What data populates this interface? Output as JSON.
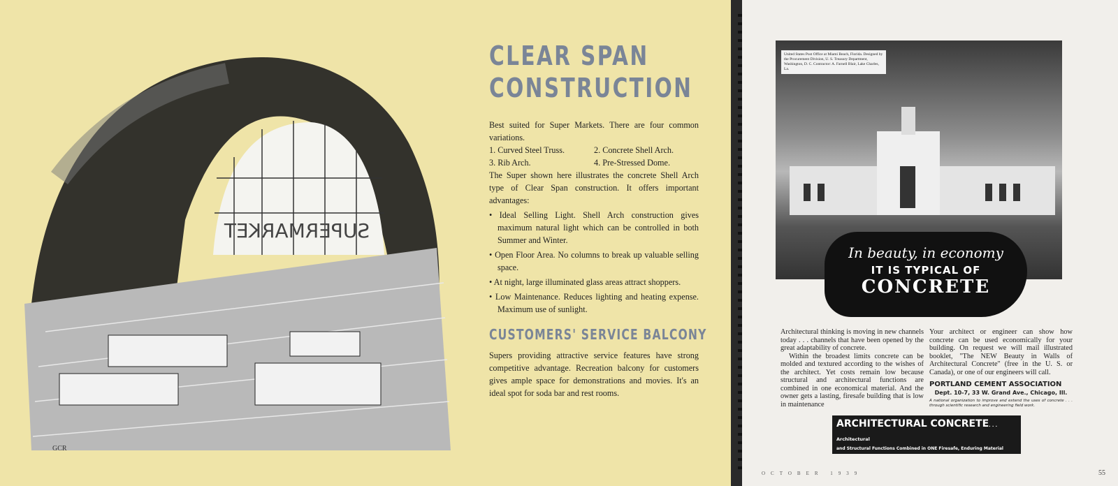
{
  "left_page": {
    "title_line1": "CLEAR SPAN",
    "title_line2": "CONSTRUCTION",
    "intro": "Best suited for Super Markets. There are four common variations.",
    "variations": [
      "1. Curved Steel Truss.",
      "2. Concrete Shell Arch.",
      "3. Rib Arch.",
      "4. Pre-Stressed Dome."
    ],
    "para": "The Super shown here illustrates the concrete Shell Arch type of Clear Span construction. It offers important advantages:",
    "bullets": [
      "Ideal Selling Light. Shell Arch construction gives maximum natural light which can be controlled in both Summer and Winter.",
      "Open Floor Area. No columns to break up valuable selling space.",
      "At night, large illuminated glass areas attract shoppers.",
      "Low Maintenance. Reduces lighting and heating expense. Maximum use of sunlight."
    ],
    "subtitle": "CUSTOMERS' SERVICE BALCONY",
    "para2": "Supers providing attractive service features have strong competitive advantage. Recreation balcony for customers gives ample space for demonstrations and movies. It's an ideal spot for soda bar and rest rooms.",
    "illustration_sign": "SUPERMARKET",
    "artist_initials": "GCR"
  },
  "right_page": {
    "photo_caption": "United States Post Office at Miami Beach, Florida. Designed by the Procurement Division, U. S. Treasury Department, Washington, D. C. Contractor: A. Farnell Blair, Lake Charles, La.",
    "headline_script": "In beauty, in economy",
    "headline_mid": "IT IS TYPICAL OF",
    "headline_big": "CONCRETE",
    "col1": [
      "Architectural thinking is moving in new channels today . . . channels that have been opened by the great adaptability of concrete.",
      "Within the broadest limits concrete can be molded and textured according to the wishes of the architect. Yet costs remain low because structural and architectural functions are combined in one economical material. And the owner gets a lasting, firesafe building that is low in maintenance"
    ],
    "col2": "Your architect or engineer can show how concrete can be used economically for your building. On request we will mail illustrated booklet, \"The NEW Beauty in Walls of Architectural Concrete\" (free in the U. S. or Canada), or one of our engineers will call.",
    "org": "PORTLAND CEMENT ASSOCIATION",
    "dept": "Dept. 10-7, 33 W. Grand Ave., Chicago, Ill.",
    "org_note": "A national organization to improve and extend the uses of concrete . . . through scientific research and engineering field work.",
    "banner_big": "ARCHITECTURAL CONCRETE",
    "banner_small": ". . . Architectural",
    "banner_line2": "and Structural Functions Combined in ONE Firesafe, Enduring Material",
    "footer": "OCTOBER 1939",
    "page_number": "55"
  }
}
